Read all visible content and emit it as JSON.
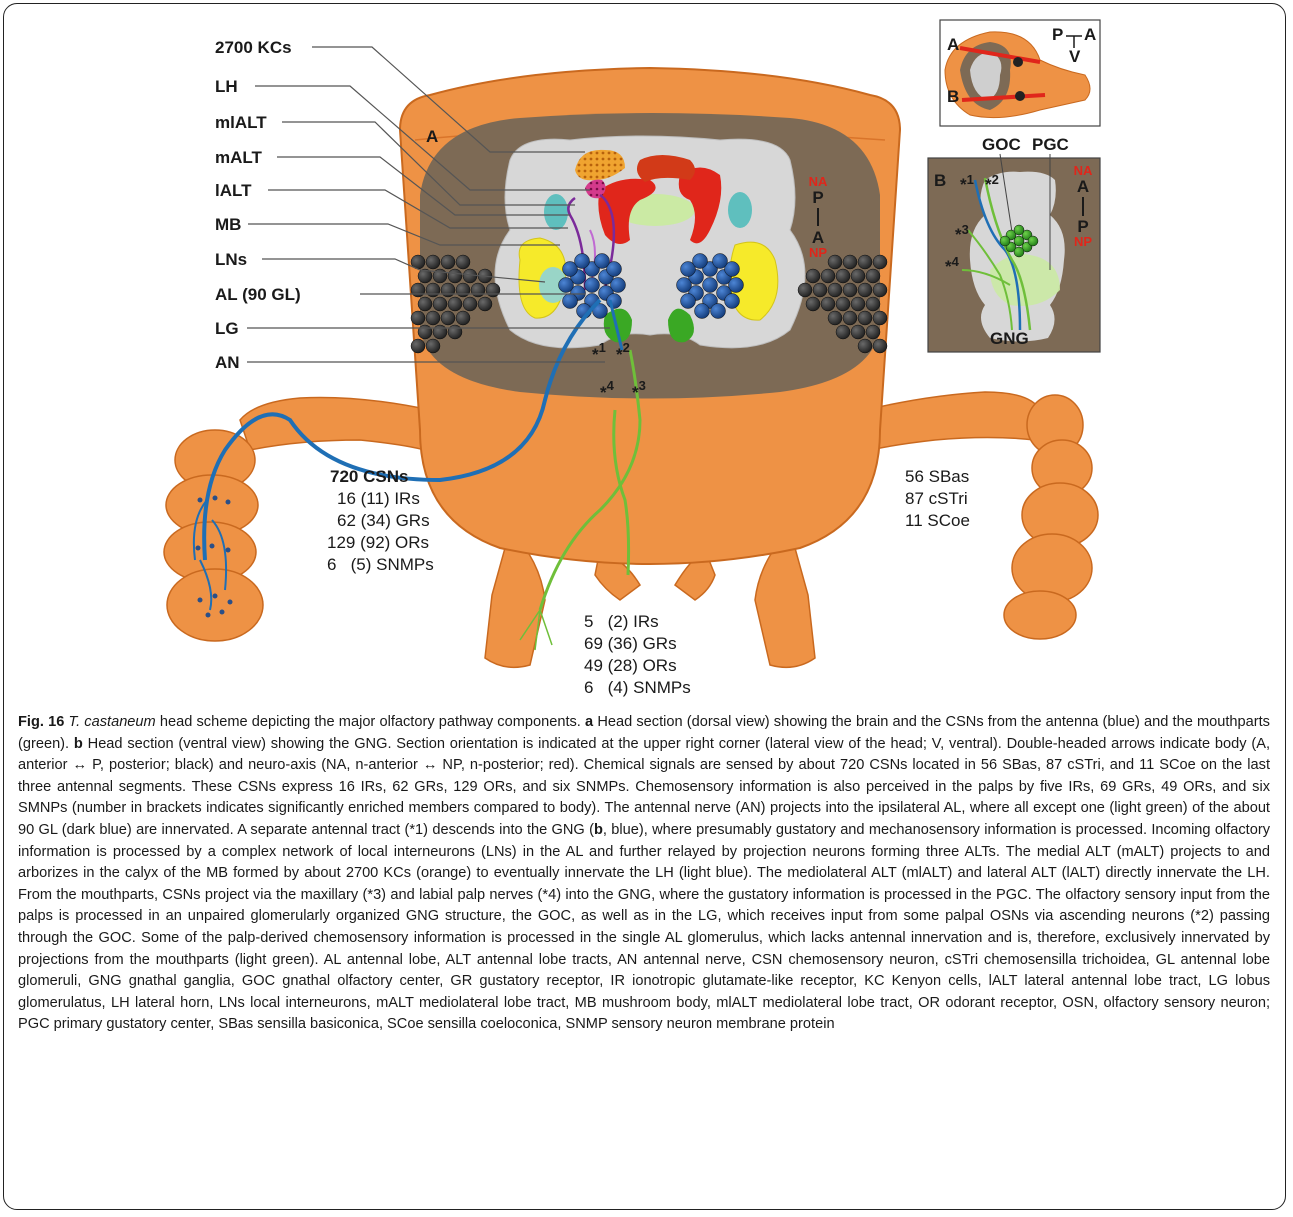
{
  "figure": {
    "panel_a_letter": "A",
    "panel_b_letter": "B",
    "left_labels": [
      "2700 KCs",
      "LH",
      "mlALT",
      "mALT",
      "lALT",
      "MB",
      "LNs",
      "AL (90 GL)",
      "LG",
      "AN"
    ],
    "orientation_a": {
      "top_red": "NA",
      "p": "P",
      "a": "A",
      "bottom_red": "NP"
    },
    "orientation_b": {
      "top_red": "NA",
      "a": "A",
      "p": "P",
      "bottom_red": "NP"
    },
    "lateral_view": {
      "a": "A",
      "b": "B",
      "axis_p": "P",
      "axis_a": "A",
      "axis_v": "V"
    },
    "panel_b_labels": {
      "goc": "GOC",
      "pgc": "PGC",
      "gng": "GNG"
    },
    "asterisks": {
      "s1": "*",
      "s1_sup": "1",
      "s2": "*",
      "s2_sup": "2",
      "s3": "*",
      "s3_sup": "3",
      "s4": "*",
      "s4_sup": "4"
    },
    "antenna_counts": {
      "title": "720 CSNs",
      "lines": [
        "16 (11) IRs",
        "62 (34) GRs",
        "129 (92) ORs",
        "6   (5) SNMPs"
      ]
    },
    "sensilla_counts": [
      "56 SBas",
      "87 cSTri",
      "11 SCoe"
    ],
    "palp_counts": [
      "5   (2) IRs",
      "69 (36) GRs",
      "49 (28) ORs",
      "6   (4) SNMPs"
    ],
    "colors": {
      "cuticle": "#ee9245",
      "cuticle_dark": "#d9742a",
      "brain_cavity": "#7d6a55",
      "brain": "#d7d7d7",
      "glomeruli": "#1d4f9a",
      "antennal_axon": "#1f6fb5",
      "palp_axon": "#6fbf3a",
      "mb_orange": "#e08a1e",
      "lh_blue": "#5fbfbe",
      "red_na": "#e0261b"
    }
  },
  "caption": {
    "fig_label": "Fig. 16",
    "species": "T. castaneum",
    "text_1": " head scheme depicting the major olfactory pathway components. ",
    "a": "a",
    "text_2": " Head section (dorsal view) showing the brain and the CSNs from the antenna (blue) and the mouthparts (green). ",
    "b": "b",
    "text_3": " Head section (ventral view) showing the GNG. Section orientation is indicated at the upper right corner (lateral view of the head; V, ventral). Double-headed arrows indicate body (A, anterior ↔ P, posterior; black) and neuro-axis (NA, n-anterior ↔ NP, n-posterior; red). Chemical signals are sensed by about 720 CSNs located in 56 SBas, 87 cSTri, and 11 SCoe on the last three antennal segments. These CSNs express 16 IRs, 62 GRs, 129 ORs, and six SNMPs. Chemosensory information is also perceived in the palps by five IRs, 69 GRs, 49 ORs, and six SMNPs (number in brackets indicates significantly enriched members compared to body). The antennal nerve (AN) projects into the ipsilateral AL, where all except one (light green) of the about 90 GL (dark blue) are innervated. A separate antennal tract (*1) descends into the GNG (",
    "b2": "b",
    "text_4": ", blue), where presumably gustatory and mechanosensory information is processed. Incoming olfactory information is processed by a complex network of local interneurons (LNs) in the AL and further relayed by projection neurons forming three ALTs. The medial ALT (mALT) projects to and arborizes in the calyx of the MB formed by about 2700 KCs (orange) to eventually innervate the LH (light blue). The mediolateral ALT (mlALT) and lateral ALT (lALT) directly innervate the LH. From the mouthparts, CSNs project via the maxillary (*3) and labial palp nerves (*4) into the GNG, where the gustatory information is processed in the PGC. The olfactory sensory input from the palps is processed in an unpaired glomerularly organized GNG structure, the GOC, as well as in the LG, which receives input from some palpal OSNs via ascending neurons (*2) passing through the GOC. Some of the palp-derived chemosensory information is processed in the single AL glomerulus, which lacks antennal innervation and is, therefore, exclusively innervated by projections from the mouthparts (light green). AL antennal lobe, ALT antennal lobe tracts, AN antennal nerve, CSN chemosensory neuron, cSTri chemosensilla trichoidea, GL antennal lobe glomeruli, GNG gnathal ganglia, GOC gnathal olfactory center, GR gustatory receptor, IR ionotropic glutamate-like receptor, KC Kenyon cells, lALT lateral antennal lobe tract, LG lobus glomerulatus, LH lateral horn, LNs local interneurons, mALT mediolateral lobe tract, MB mushroom body, mlALT mediolateral lobe tract, OR odorant receptor, OSN, olfactory sensory neuron; PGC primary gustatory center, SBas sensilla basiconica, SCoe sensilla coeloconica, SNMP sensory neuron membrane protein"
  }
}
